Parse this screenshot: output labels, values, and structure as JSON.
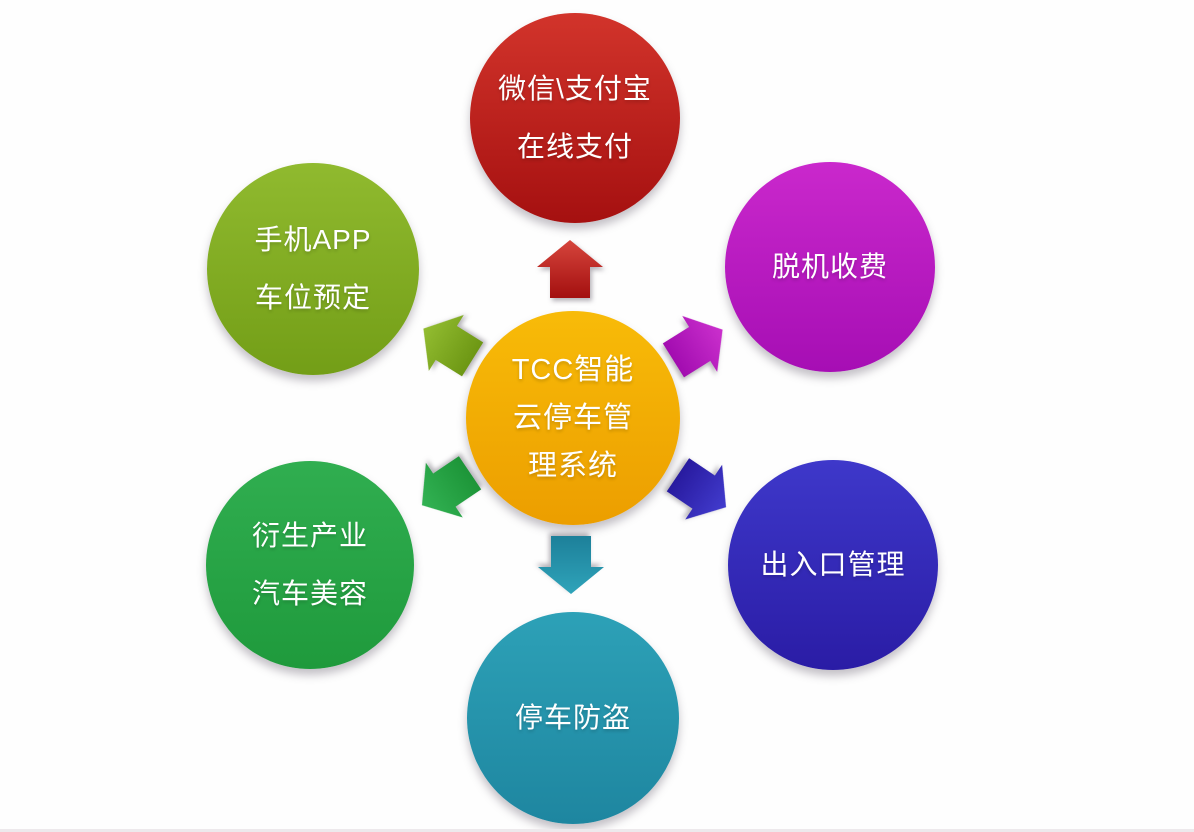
{
  "page": {
    "background": "#fefefe",
    "bottom_line_color": "#ede9ec"
  },
  "nodes": {
    "center": {
      "lines": [
        "TCC智能",
        "云停车管",
        "理系统"
      ],
      "gradient": [
        "#f8bb08",
        "#ec9e00"
      ]
    },
    "payment": {
      "lines": [
        "微信\\支付宝",
        "在线支付"
      ],
      "gradient": [
        "#d2342b",
        "#a51010"
      ]
    },
    "offline_fee": {
      "lines": [
        "脱机收费"
      ],
      "gradient": [
        "#ca28cc",
        "#a60eb4"
      ]
    },
    "gate": {
      "lines": [
        "出入口管理"
      ],
      "gradient": [
        "#3e38ca",
        "#2a1ca5"
      ]
    },
    "anti_theft": {
      "lines": [
        "停车防盗"
      ],
      "gradient": [
        "#2da1b7",
        "#1e86a0"
      ]
    },
    "derivative": {
      "lines": [
        "衍生产业",
        "汽车美容"
      ],
      "gradient": [
        "#30ae50",
        "#1f9a3c"
      ]
    },
    "mobile_app": {
      "lines": [
        "手机APP",
        "车位预定"
      ],
      "gradient": [
        "#90ba2f",
        "#739e17"
      ]
    }
  },
  "arrows": {
    "up": {
      "direction": "up",
      "gradient": [
        "#d6453c",
        "#a30f0f"
      ]
    },
    "up_right": {
      "direction": "up-right",
      "gradient": [
        "#cb30cd",
        "#a20cb0"
      ]
    },
    "down_right": {
      "direction": "down-right",
      "gradient": [
        "#423cce",
        "#281a9f"
      ]
    },
    "down": {
      "direction": "down",
      "gradient": [
        "#2fa4ba",
        "#1d809a"
      ]
    },
    "down_left": {
      "direction": "down-left",
      "gradient": [
        "#32b253",
        "#1d9538"
      ]
    },
    "up_left": {
      "direction": "up-left",
      "gradient": [
        "#93bd31",
        "#6d9714"
      ]
    }
  }
}
